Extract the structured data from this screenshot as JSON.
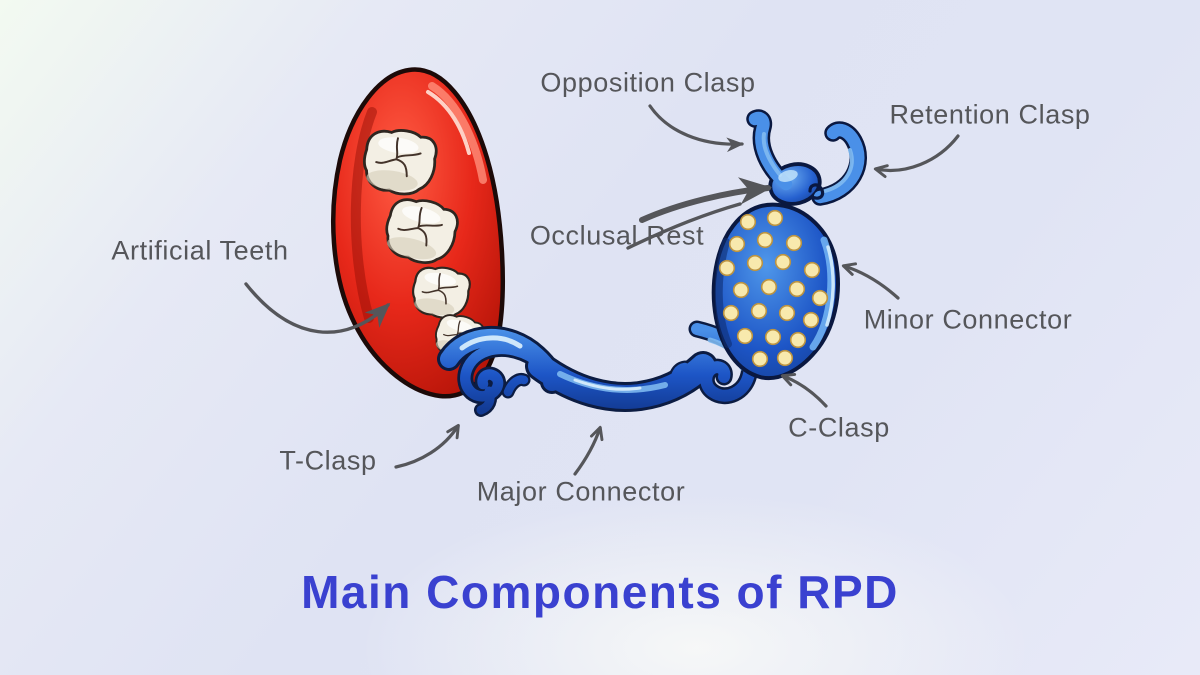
{
  "title": {
    "text": "Main Components of RPD"
  },
  "labels": {
    "artificial_teeth": "Artificial Teeth",
    "opposition_clasp": "Opposition Clasp",
    "retention_clasp": "Retention Clasp",
    "occlusal_rest": "Occlusal Rest",
    "minor_connector": "Minor Connector",
    "c_clasp": "C-Clasp",
    "t_clasp": "T-Clasp",
    "major_connector": "Major Connector"
  },
  "colors": {
    "title": "#3a41d0",
    "label": "#55565a",
    "arrow": "#55565a",
    "denture_red": "#e5281a",
    "framework_blue": "#1d55c6",
    "teeth": "#f3efe4",
    "dots": "#f8e9ad"
  }
}
